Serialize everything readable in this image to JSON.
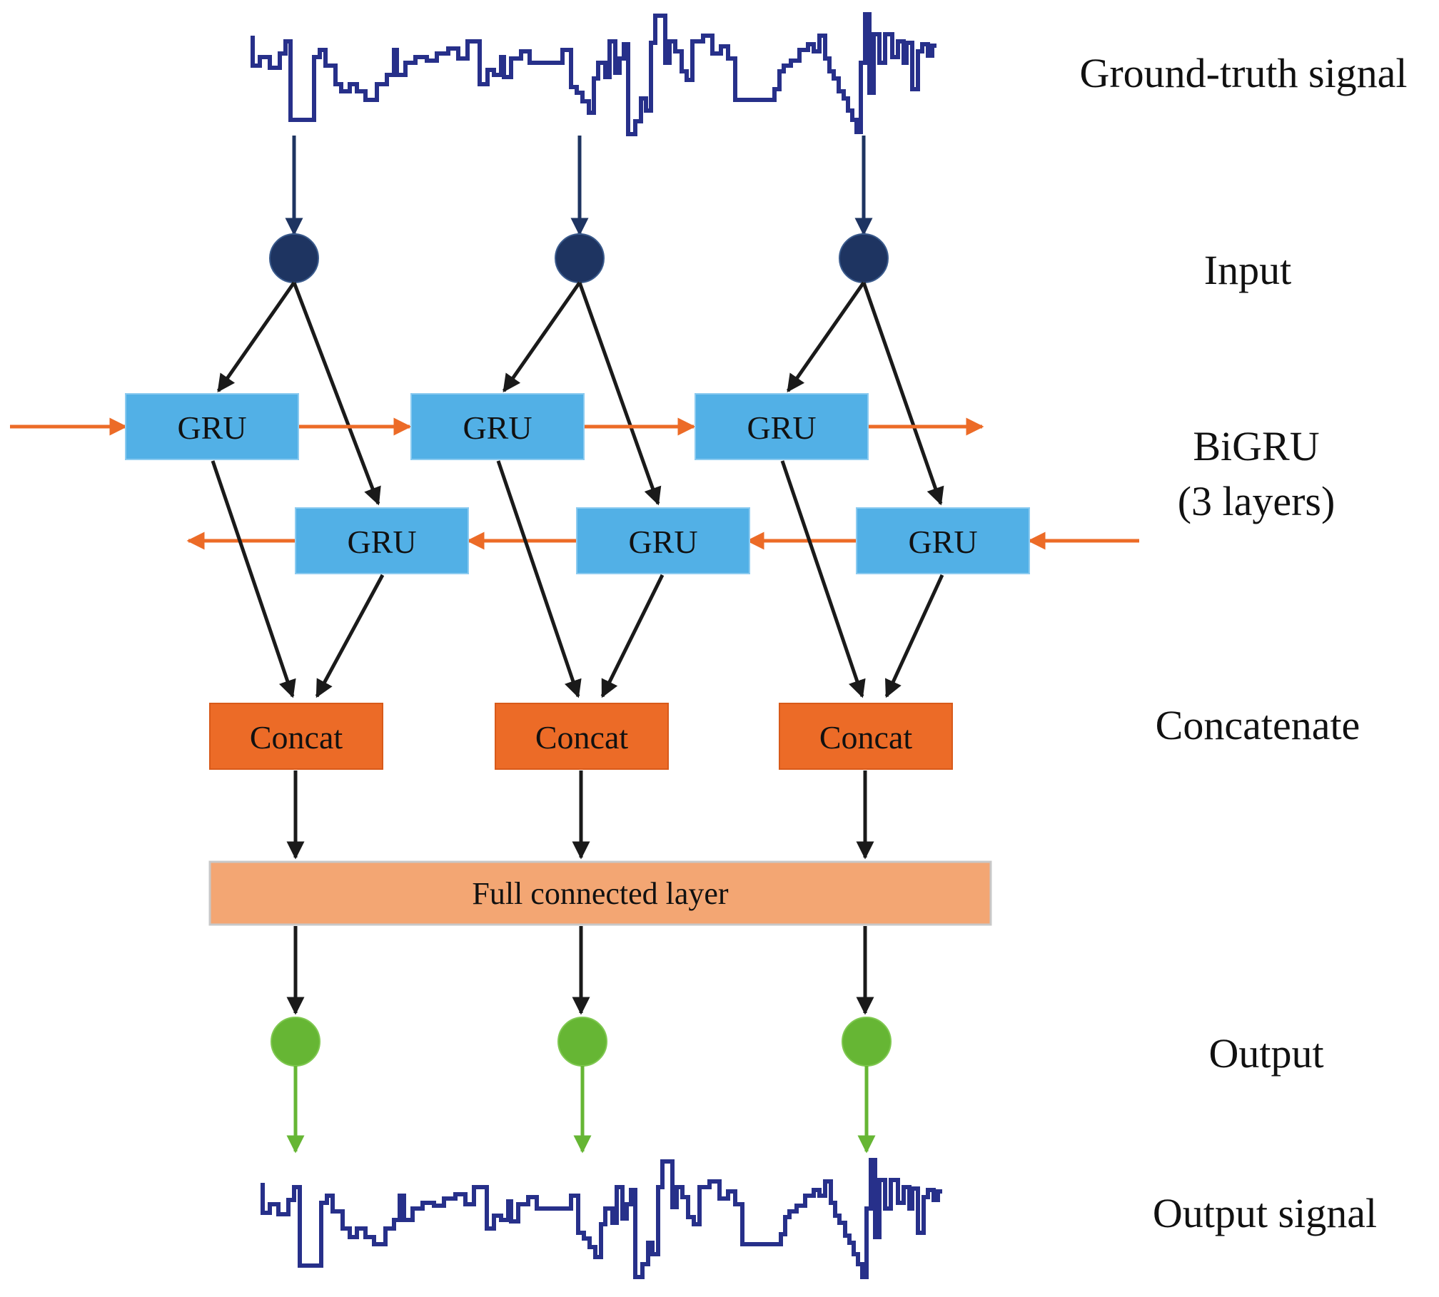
{
  "labels": {
    "ground_truth_signal": "Ground-truth signal",
    "input": "Input",
    "bigru_line1": "BiGRU",
    "bigru_line2": "(3 layers)",
    "concatenate": "Concatenate",
    "output": "Output",
    "output_signal": "Output signal"
  },
  "blocks": {
    "gru_forward": [
      "GRU",
      "GRU",
      "GRU"
    ],
    "gru_backward": [
      "GRU",
      "GRU",
      "GRU"
    ],
    "concat": [
      "Concat",
      "Concat",
      "Concat"
    ],
    "fully_connected": "Full connected layer"
  },
  "colors": {
    "signal": "#27308a",
    "input_node": "#1e3461",
    "gru_box": "#52b0e6",
    "concat_box": "#ec6b27",
    "fc_box": "#f3a673",
    "fc_border": "#c8c8c8",
    "recurrent_arrow": "#ec6b27",
    "output_node": "#66b634",
    "output_arrow": "#66b634",
    "flow_arrow": "#1a1a1a",
    "input_arrow": "#1e3461"
  }
}
